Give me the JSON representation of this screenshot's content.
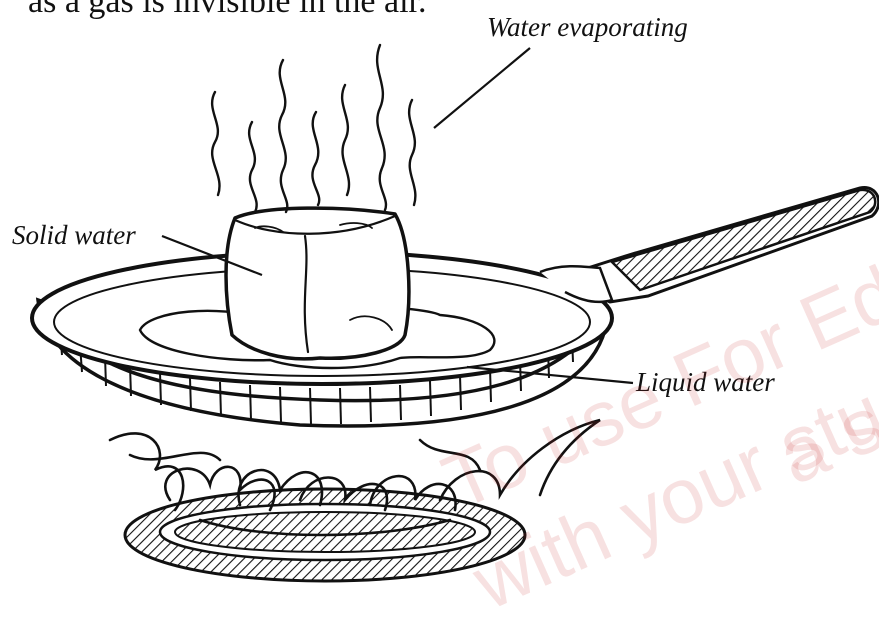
{
  "heading_fragment": "as a gas is invisible in the air.",
  "labels": {
    "evaporating": "Water evaporating",
    "solid": "Solid water",
    "liquid": "Liquid water"
  },
  "watermark": {
    "line1": "To use For EduCu",
    "line2": "with your studen",
    "line3": "a sch",
    "color": "#c82828"
  },
  "colors": {
    "ink": "#111111",
    "background": "#ffffff"
  }
}
